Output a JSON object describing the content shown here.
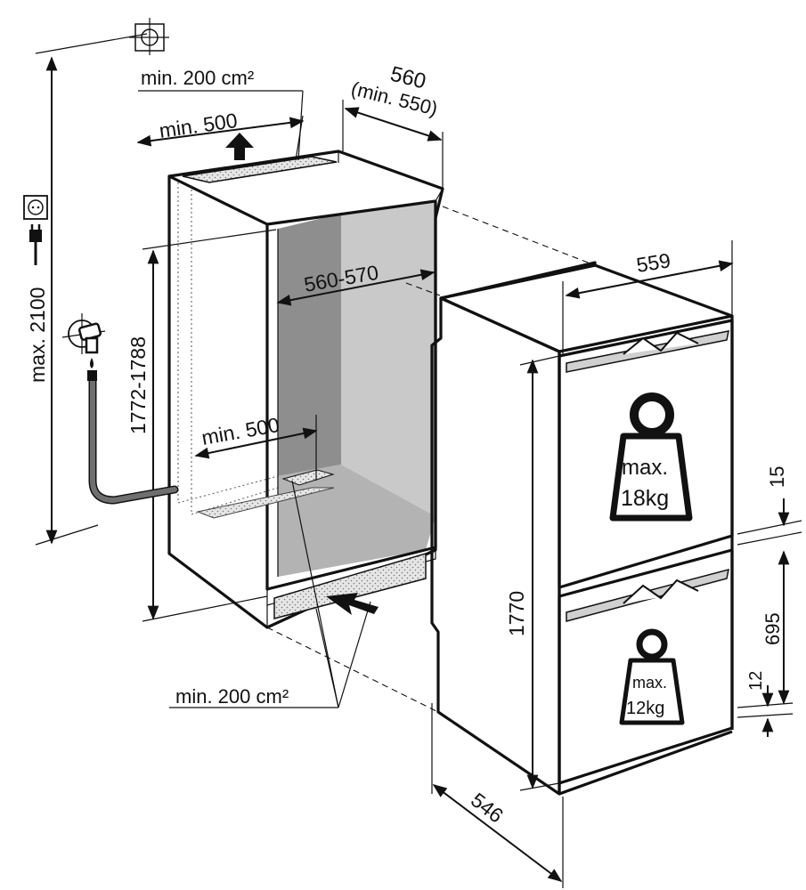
{
  "labels": {
    "vent_top_area": "min. 200 cm²",
    "vent_top_width": "min. 500",
    "niche_depth": "560",
    "niche_depth_min": "(min. 550)",
    "max_height": "max. 2100",
    "niche_height": "1772-1788",
    "niche_width": "560-570",
    "vent_bottom_width": "min. 500",
    "vent_bottom_area": "min. 200 cm²",
    "appliance_width": "559",
    "appliance_height": "1770",
    "appliance_depth": "546",
    "gap_top": "15",
    "door_height": "695",
    "gap_bottom": "12"
  },
  "weights": {
    "upper_max": "max.",
    "upper_value": "18kg",
    "lower_max": "max.",
    "lower_value": "12kg"
  },
  "icons": [
    "crosshair-icon",
    "socket-icon",
    "plug-icon",
    "water-tap-icon",
    "weight-icon"
  ],
  "colors": {
    "line": "#111111",
    "niche_interior": "#bdbdbd",
    "niche_back": "#8e8e8e",
    "hose": "#6f6f6f"
  }
}
